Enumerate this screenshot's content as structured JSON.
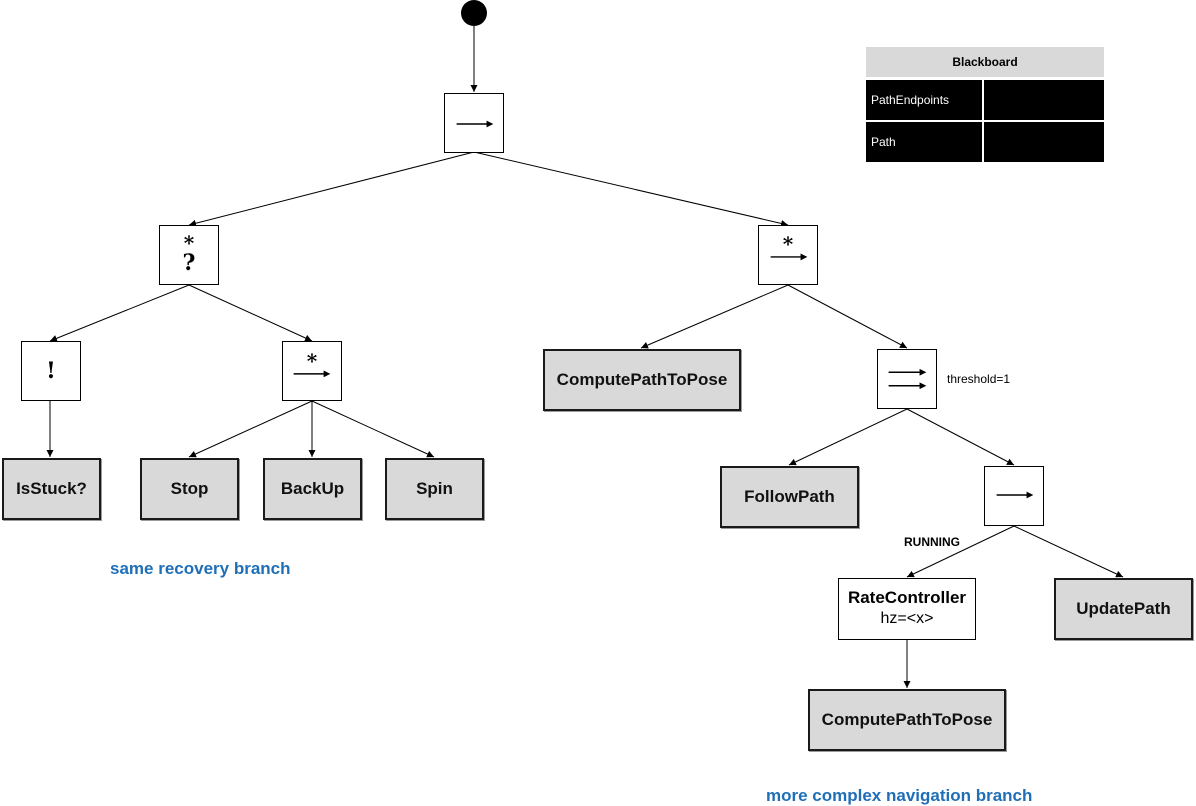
{
  "blackboard": {
    "title": "Blackboard",
    "entries": [
      {
        "key": "PathEndpoints",
        "value": ""
      },
      {
        "key": "Path",
        "value": ""
      }
    ]
  },
  "nodes": {
    "retry_fallback": {
      "symbol_top": "*",
      "symbol_main": "?"
    },
    "inverter": {
      "symbol": "!"
    },
    "recovery_sequence": {
      "symbol_top": "*"
    },
    "nav_sequence": {
      "symbol_top": "*"
    },
    "parallel": {
      "annotation": "threshold=1"
    },
    "rate_controller": {
      "title": "RateController",
      "param": "hz=<x>"
    }
  },
  "leaves": {
    "is_stuck": "IsStuck?",
    "stop": "Stop",
    "backup": "BackUp",
    "spin": "Spin",
    "compute_path_top": "ComputePathToPose",
    "follow_path": "FollowPath",
    "update_path": "UpdatePath",
    "compute_path_bottom": "ComputePathToPose"
  },
  "annotations": {
    "running": "RUNNING",
    "recovery_caption": "same recovery branch",
    "navigation_caption": "more complex navigation branch"
  },
  "colors": {
    "leaf_fill": "#d9d9d9",
    "caption_blue": "#1f6fb8",
    "blackboard_header": "#d9d9d9",
    "blackboard_cell": "#000000"
  }
}
